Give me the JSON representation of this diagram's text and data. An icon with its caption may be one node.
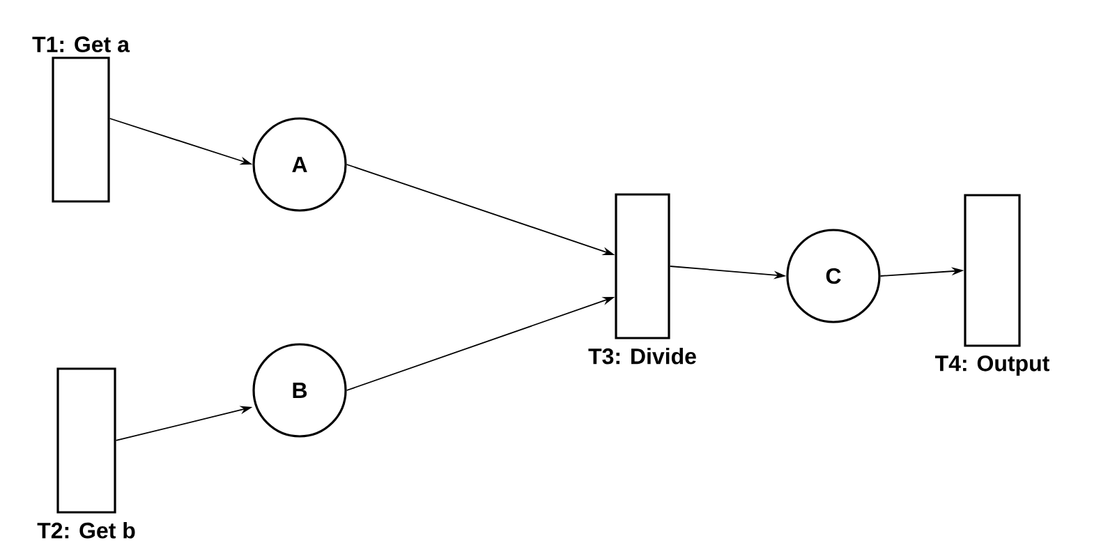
{
  "diagram": {
    "nodes": [
      {
        "text": [
          "T1: Get a"
        ]
      },
      {
        "text": [
          "A"
        ]
      },
      {
        "text": [
          "B"
        ]
      },
      {
        "text": [
          "T2: Get b"
        ]
      },
      {
        "text": [
          "T3: Divide"
        ]
      },
      {
        "text": [
          "C"
        ]
      },
      {
        "text": [
          "T4: Output"
        ]
      }
    ],
    "edges": [
      {
        "from": 0,
        "to": 1,
        "arrow": "to"
      },
      {
        "from": 3,
        "to": 2,
        "arrow": "to"
      },
      {
        "from": 1,
        "to": 4,
        "arrow": "to"
      },
      {
        "from": 2,
        "to": 4,
        "arrow": "to"
      },
      {
        "from": 4,
        "to": 5,
        "arrow": "to"
      },
      {
        "from": 5,
        "to": 6,
        "arrow": "to"
      }
    ]
  }
}
